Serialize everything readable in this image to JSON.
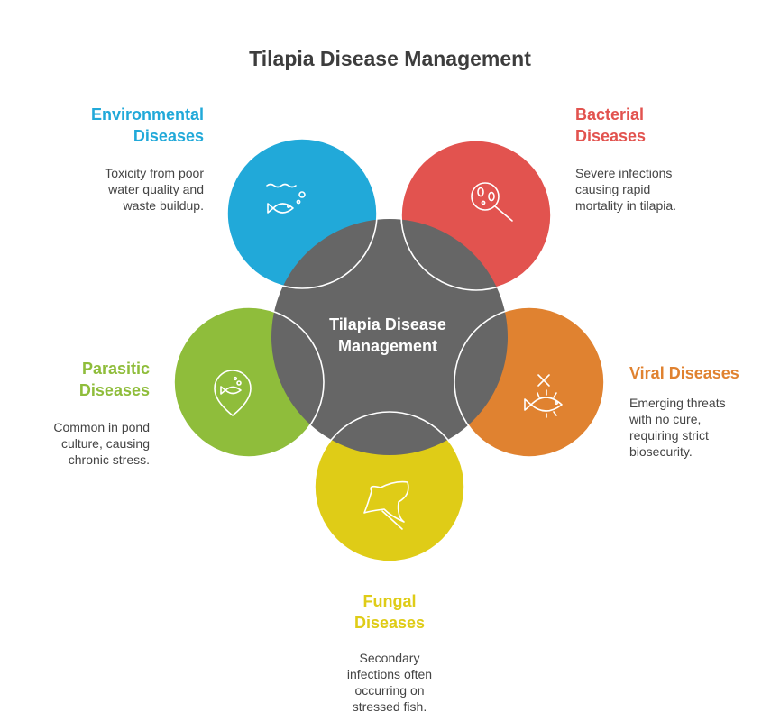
{
  "title": "Tilapia Disease Management",
  "center": {
    "line1": "Tilapia Disease",
    "line2": "Management",
    "color": "#666666"
  },
  "categories": {
    "environmental": {
      "title_line1": "Environmental",
      "title_line2": "Diseases",
      "desc_lines": [
        "Toxicity from poor",
        "water quality and",
        "waste buildup."
      ],
      "color": "#21a9d9",
      "icon": "fish-in-water-icon"
    },
    "bacterial": {
      "title_line1": "Bacterial",
      "title_line2": "Diseases",
      "desc_lines": [
        "Severe infections",
        "causing rapid",
        "mortality in tilapia."
      ],
      "color": "#e2534f",
      "icon": "magnifier-bacteria-icon"
    },
    "viral": {
      "title_line1": "Viral Diseases",
      "desc_lines": [
        "Emerging threats",
        "with no cure,",
        "requiring strict",
        "biosecurity."
      ],
      "color": "#e08230",
      "icon": "infected-fish-icon"
    },
    "fungal": {
      "title_line1": "Fungal",
      "title_line2": "Diseases",
      "desc_lines": [
        "Secondary",
        "infections often",
        "occurring on",
        "stressed fish."
      ],
      "color": "#dfcc17",
      "icon": "stingray-icon"
    },
    "parasitic": {
      "title_line1": "Parasitic",
      "title_line2": "Diseases",
      "desc_lines": [
        "Common in pond",
        "culture, causing",
        "chronic stress."
      ],
      "color": "#8fbd3b",
      "icon": "fish-location-pin-icon"
    }
  }
}
